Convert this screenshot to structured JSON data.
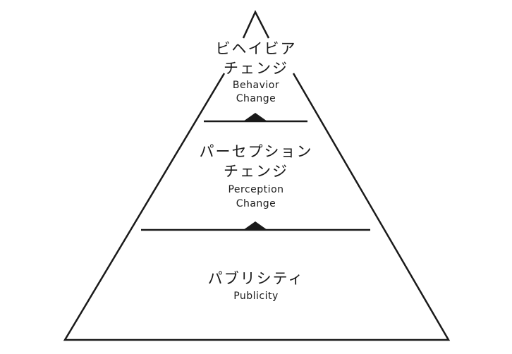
{
  "tiers": [
    {
      "id": "behavior",
      "jp_lines": [
        "ビヘイビア",
        "チェンジ"
      ],
      "en_lines": [
        "Behavior",
        "Change"
      ]
    },
    {
      "id": "perception",
      "jp_lines": [
        "パーセプション",
        "チェンジ"
      ],
      "en_lines": [
        "Perception",
        "Change"
      ]
    },
    {
      "id": "publicity",
      "jp_lines": [
        "パブリシティ"
      ],
      "en_lines": [
        "Publicity"
      ]
    }
  ],
  "colors": {
    "stroke": "#1a1a1a",
    "background": "#ffffff"
  },
  "icons": {
    "divider_marker": "up-triangle-icon"
  }
}
